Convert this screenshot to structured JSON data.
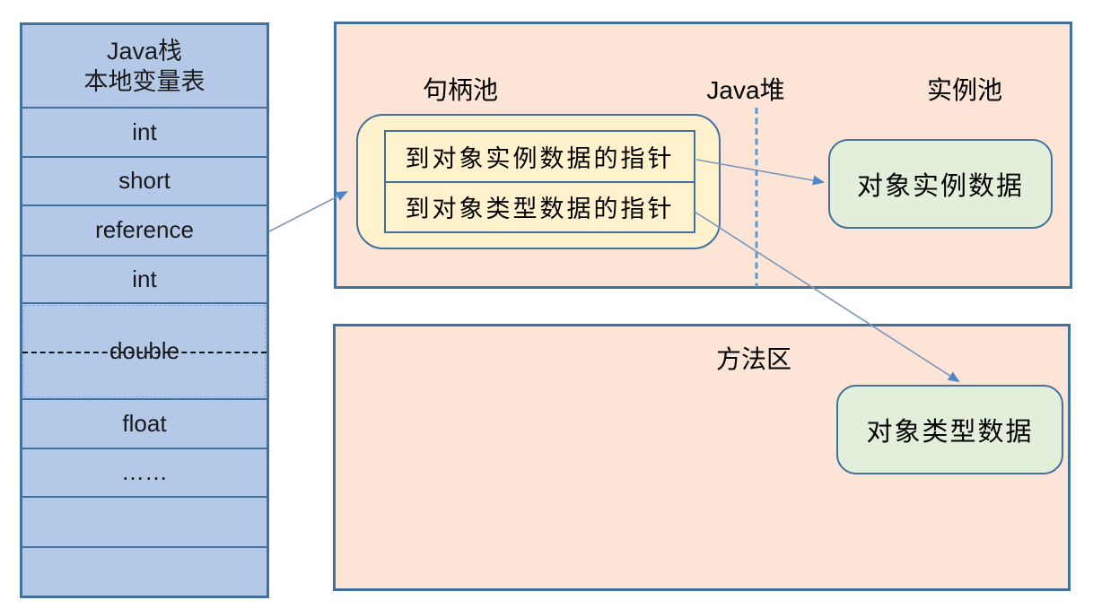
{
  "stack": {
    "header_line1": "Java栈",
    "header_line2": "本地变量表",
    "rows": [
      "int",
      "short",
      "reference",
      "int",
      "double",
      "float",
      "……",
      "",
      ""
    ]
  },
  "heap": {
    "handle_pool_label": "句柄池",
    "java_heap_label": "Java堆",
    "instance_pool_label": "实例池",
    "handle": {
      "instance_pointer": "到对象实例数据的指针",
      "type_pointer": "到对象类型数据的指针"
    },
    "instance_data_label": "对象实例数据"
  },
  "method_area": {
    "label": "方法区",
    "type_data_label": "对象类型数据"
  },
  "colors": {
    "table-fill": "#b4c8e8",
    "line": "#41719c",
    "peach": "#fce4d6",
    "yellow": "#fff2cc",
    "green": "#e2efda",
    "arrow": "#4f86c6",
    "arrowline": "#7a97b8",
    "dash": "#5b9bd5"
  }
}
